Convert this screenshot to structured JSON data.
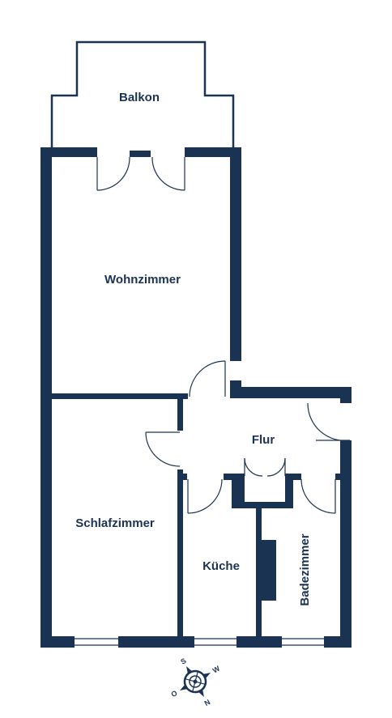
{
  "rooms": {
    "balkon": "Balkon",
    "wohnzimmer": "Wohnzimmer",
    "schlafzimmer": "Schlafzimmer",
    "flur": "Flur",
    "kueche": "Küche",
    "badezimmer": "Badezimmer"
  },
  "compass": {
    "north": "N",
    "east": "O",
    "south": "S",
    "west": "W"
  },
  "colors": {
    "wall": "#1b3352",
    "background": "#ffffff"
  }
}
